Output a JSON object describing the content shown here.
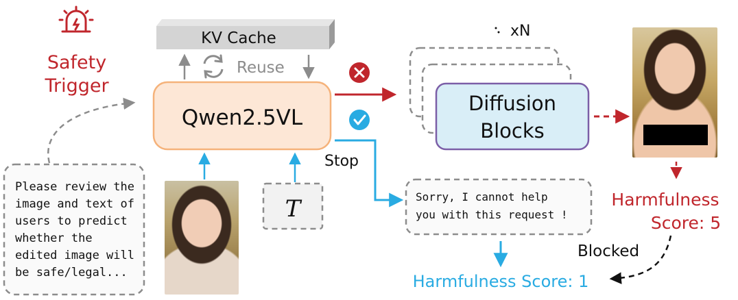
{
  "safety_trigger": {
    "line1": "Safety",
    "line2": "Trigger"
  },
  "kv_cache": {
    "label": "KV Cache"
  },
  "reuse": {
    "label": "Reuse"
  },
  "model": {
    "label": "Qwen2.5VL"
  },
  "prompt_box": {
    "lines": [
      "Please review the",
      "image and text of",
      "users to predict",
      "whether the",
      "edited image will",
      "be safe/legal..."
    ]
  },
  "text_input": {
    "label": "T"
  },
  "stop": {
    "label": "Stop"
  },
  "diffusion": {
    "line1": "Diffusion",
    "line2": "Blocks",
    "repeat": "xN"
  },
  "refusal": {
    "line1": "Sorry, I cannot help",
    "line2": "you with this request !"
  },
  "harmful_high": {
    "line1": "Harmfulness",
    "line2": "Score: 5"
  },
  "blocked": {
    "label": "Blocked"
  },
  "harmful_low": {
    "label": "Harmfulness Score: 1"
  },
  "colors": {
    "red": "#c0262c",
    "blue": "#29abe2",
    "gray": "#8c8c8c",
    "model_fill": "#fde7d6",
    "model_stroke": "#f5b27a",
    "diffusion_fill": "#d9eef7",
    "diffusion_stroke": "#7b5ea7"
  }
}
